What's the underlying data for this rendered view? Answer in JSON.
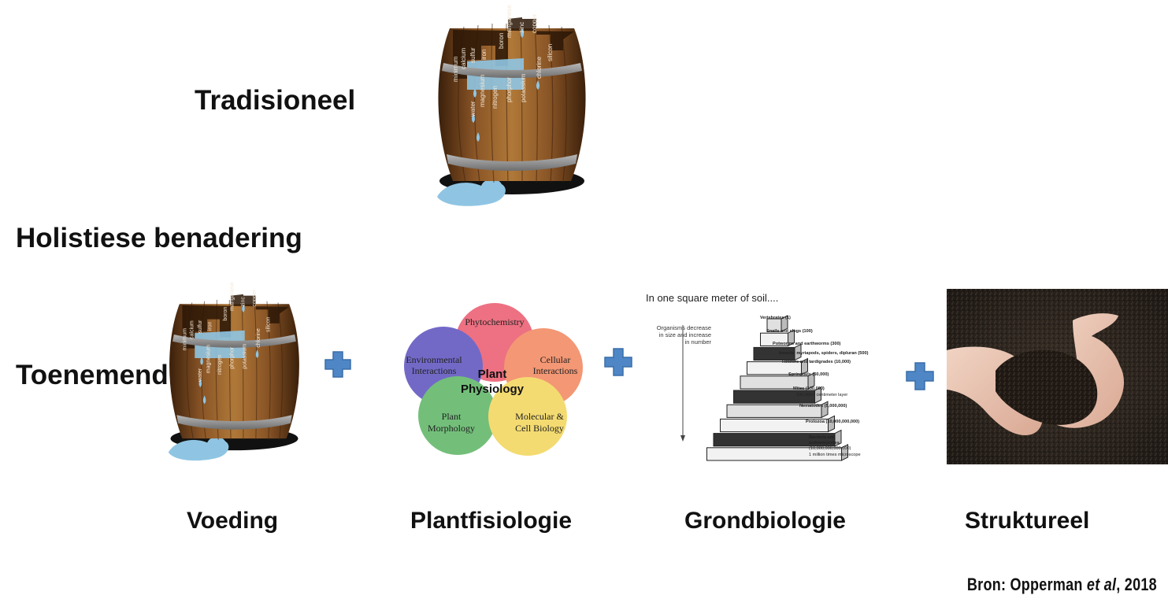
{
  "headings": {
    "traditional": "Tradisioneel",
    "holistic": "Holistiese benadering",
    "increasing": "Toenemend"
  },
  "columns": {
    "nutrition": "Voeding",
    "plant_physiology": "Plantfisiologie",
    "soil_biology": "Grondbiologie",
    "structural": "Struktureel"
  },
  "source": {
    "prefix": "Bron: Opperman ",
    "italic": "et al",
    "suffix": ", 2018"
  },
  "barrel": {
    "staves": [
      "water",
      "magnesium",
      "nitrogen",
      "phorphor",
      "potassium",
      "chlorine",
      "silicon",
      "copper",
      "zinc",
      "manganese",
      "boron",
      "iron",
      "sulfur",
      "calcium",
      "minimum"
    ]
  },
  "venn": {
    "center_line1": "Plant",
    "center_line2": "Physiology",
    "top": "Phytochemistry",
    "left_line1": "Environmental",
    "left_line2": "Interactions",
    "right_line1": "Cellular",
    "right_line2": "Interactions",
    "bottom_left_line1": "Plant",
    "bottom_left_line2": "Morphology",
    "bottom_right_line1": "Molecular &",
    "bottom_right_line2": "Cell Biology"
  },
  "soil_pyramid": {
    "title": "In one square meter of soil....",
    "arrow_line1": "Organisms decrease",
    "arrow_line2": "in size and increase",
    "arrow_line3": "in number",
    "levels": [
      "Vertebrates (1)",
      "Snails and slugs (100)",
      "Potworms and earthworms (300)",
      "Insects, myriapods, spiders, dipluran (500)",
      "Rotifers and tardigrades (10,000)",
      "Springtails (50,000)",
      "Mites (100,000)",
      "100,000X centimeter layer",
      "Nematodes (5,000,000)",
      "Protozoa (10,000,000,000)",
      "Bacteria and",
      "actinomycetes",
      "(10,000,000,000,000)",
      "1 million times microscope"
    ]
  },
  "colors": {
    "plus": "#4f86c6",
    "plus_edge": "#3a6ea8",
    "wood_dark": "#4a2a10",
    "wood_light": "#a06a32",
    "hoop": "#8c8c8c",
    "water": "#8fc5e3",
    "venn_top": "#e84a5f",
    "venn_left": "#4b3fb8",
    "venn_right": "#f07a4e",
    "venn_bottom_left": "#4cae56",
    "venn_bottom_right": "#f2d24a"
  }
}
